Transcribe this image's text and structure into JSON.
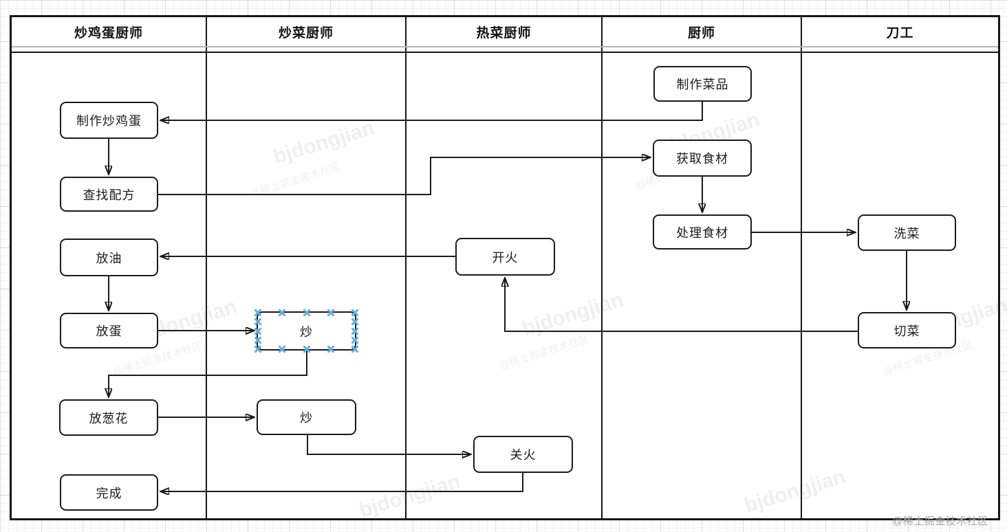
{
  "lanes": [
    {
      "label": "炒鸡蛋厨师"
    },
    {
      "label": "炒菜厨师"
    },
    {
      "label": "热菜厨师"
    },
    {
      "label": "厨师"
    },
    {
      "label": "刀工"
    }
  ],
  "nodes": [
    {
      "id": "make-scrambled-egg",
      "label": "制作炒鸡蛋",
      "lane": "炒鸡蛋厨师",
      "selected": false
    },
    {
      "id": "find-recipe",
      "label": "查找配方",
      "lane": "炒鸡蛋厨师",
      "selected": false
    },
    {
      "id": "add-oil",
      "label": "放油",
      "lane": "炒鸡蛋厨师",
      "selected": false
    },
    {
      "id": "add-egg",
      "label": "放蛋",
      "lane": "炒鸡蛋厨师",
      "selected": false
    },
    {
      "id": "add-scallion",
      "label": "放葱花",
      "lane": "炒鸡蛋厨师",
      "selected": false
    },
    {
      "id": "done",
      "label": "完成",
      "lane": "炒鸡蛋厨师",
      "selected": false
    },
    {
      "id": "stir-fry-1",
      "label": "炒",
      "lane": "炒菜厨师",
      "selected": true
    },
    {
      "id": "stir-fry-2",
      "label": "炒",
      "lane": "炒菜厨师",
      "selected": false
    },
    {
      "id": "light-fire",
      "label": "开火",
      "lane": "热菜厨师",
      "selected": false
    },
    {
      "id": "off-fire",
      "label": "关火",
      "lane": "热菜厨师",
      "selected": false
    },
    {
      "id": "make-dish",
      "label": "制作菜品",
      "lane": "厨师",
      "selected": false
    },
    {
      "id": "get-ingredients",
      "label": "获取食材",
      "lane": "厨师",
      "selected": false
    },
    {
      "id": "process-ingredients",
      "label": "处理食材",
      "lane": "厨师",
      "selected": false
    },
    {
      "id": "wash-vegetables",
      "label": "洗菜",
      "lane": "刀工",
      "selected": false
    },
    {
      "id": "cut-vegetables",
      "label": "切菜",
      "lane": "刀工",
      "selected": false
    }
  ],
  "connectors": [
    {
      "from": "make-dish",
      "to": "make-scrambled-egg"
    },
    {
      "from": "make-scrambled-egg",
      "to": "find-recipe"
    },
    {
      "from": "find-recipe",
      "to": "get-ingredients"
    },
    {
      "from": "get-ingredients",
      "to": "process-ingredients"
    },
    {
      "from": "process-ingredients",
      "to": "wash-vegetables"
    },
    {
      "from": "wash-vegetables",
      "to": "cut-vegetables"
    },
    {
      "from": "cut-vegetables",
      "to": "light-fire"
    },
    {
      "from": "light-fire",
      "to": "add-oil"
    },
    {
      "from": "add-oil",
      "to": "add-egg"
    },
    {
      "from": "add-egg",
      "to": "stir-fry-1"
    },
    {
      "from": "stir-fry-1",
      "to": "add-scallion"
    },
    {
      "from": "add-scallion",
      "to": "stir-fry-2"
    },
    {
      "from": "stir-fry-2",
      "to": "off-fire"
    },
    {
      "from": "off-fire",
      "to": "done"
    }
  ],
  "watermark": {
    "text": "bjdongjian",
    "credit": "@稀土掘金技术社区"
  },
  "colors": {
    "line": "#1a1a1a",
    "node_border": "#1a1a1a",
    "node_fill": "#ffffff",
    "selection_handle": "#64aedd",
    "header_separator_gray": "#b3b3b3",
    "credit_text": "#a6a6a6"
  }
}
